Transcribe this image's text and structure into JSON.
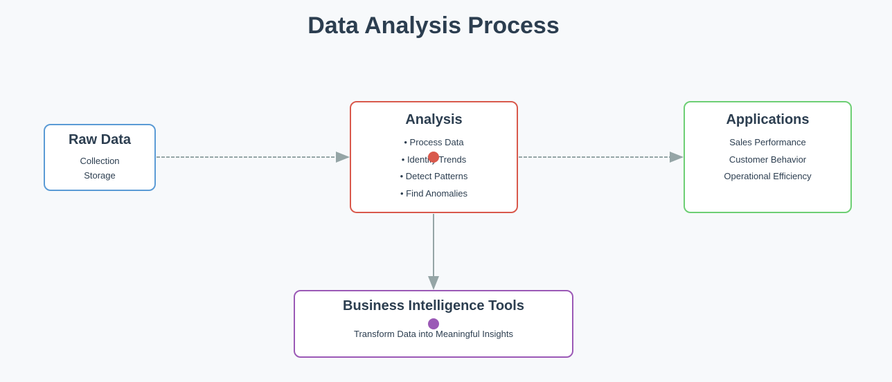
{
  "title": "Data Analysis Process",
  "nodes": {
    "raw_data": {
      "title": "Raw Data",
      "lines": [
        "Collection",
        "Storage"
      ]
    },
    "analysis": {
      "title": "Analysis",
      "lines": [
        "• Process Data",
        "• Identify Trends",
        "• Detect Patterns",
        "• Find Anomalies"
      ]
    },
    "applications": {
      "title": "Applications",
      "lines": [
        "Sales Performance",
        "Customer Behavior",
        "Operational Efficiency"
      ]
    },
    "bi_tools": {
      "title": "Business Intelligence Tools",
      "lines": [
        "Transform Data into Meaningful Insights"
      ]
    }
  },
  "edges": [
    {
      "from": "raw_data",
      "to": "analysis",
      "style": "dashed"
    },
    {
      "from": "analysis",
      "to": "applications",
      "style": "dashed"
    },
    {
      "from": "analysis",
      "to": "bi_tools",
      "style": "solid"
    }
  ],
  "colors": {
    "raw_data": "#5b9bd5",
    "analysis": "#d9594c",
    "applications": "#6dcf74",
    "bi_tools": "#9b59b6",
    "arrow": "#95a5a6",
    "text": "#2c3e50",
    "background": "#f7f9fb"
  }
}
